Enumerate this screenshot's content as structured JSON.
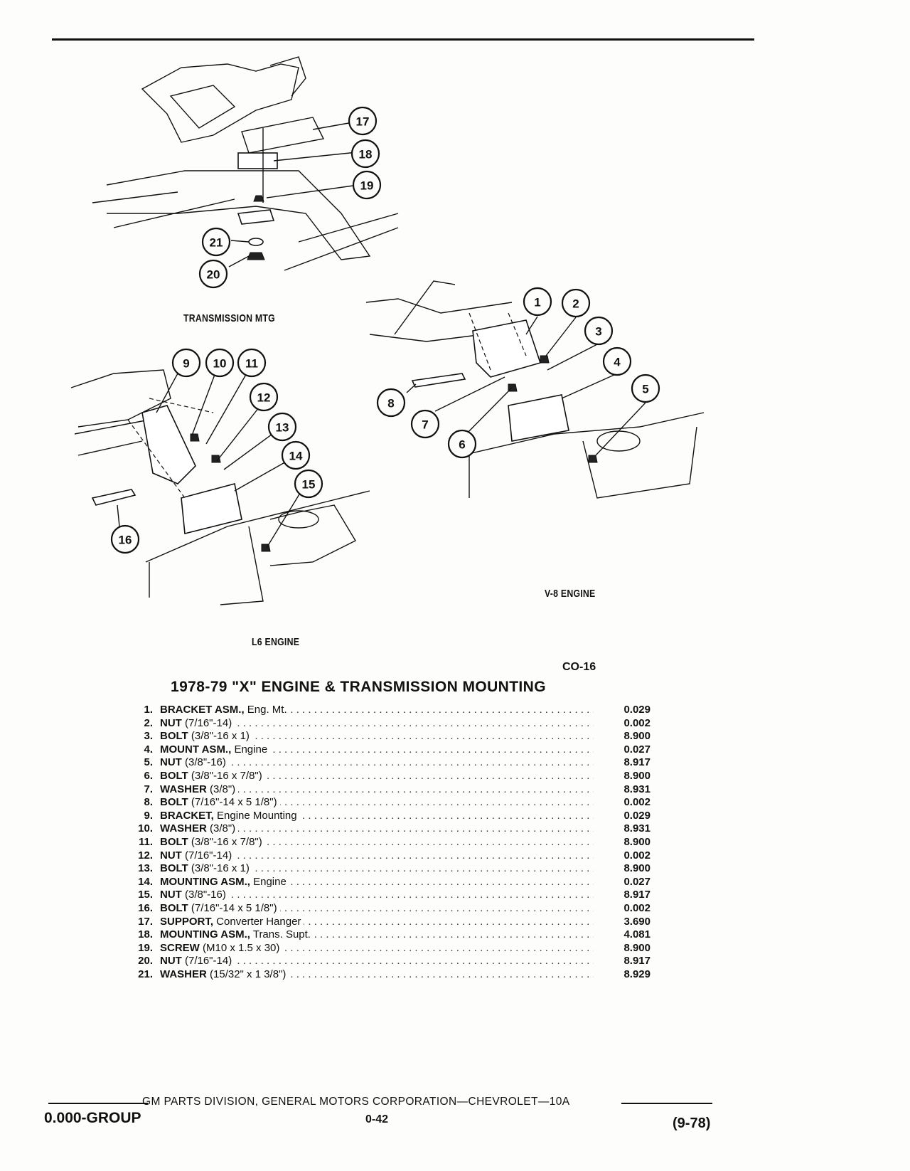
{
  "figures": {
    "transmission_caption": "TRANSMISSION MTG",
    "l6_caption": "L6 ENGINE",
    "v8_caption": "V-8 ENGINE",
    "figure_code": "CO-16",
    "callouts": [
      "1",
      "2",
      "3",
      "4",
      "5",
      "6",
      "7",
      "8",
      "9",
      "10",
      "11",
      "12",
      "13",
      "14",
      "15",
      "16",
      "17",
      "18",
      "19",
      "20",
      "21"
    ]
  },
  "title": "1978-79 \"X\" ENGINE & TRANSMISSION MOUNTING",
  "parts": [
    {
      "num": "1.",
      "name": "BRACKET ASM.,",
      "desc": " Eng. Mt.",
      "value": "0.029"
    },
    {
      "num": "2.",
      "name": "NUT",
      "desc": " (7/16\"-14)",
      "value": "0.002"
    },
    {
      "num": "3.",
      "name": "BOLT",
      "desc": " (3/8\"-16 x 1)",
      "value": "8.900"
    },
    {
      "num": "4.",
      "name": "MOUNT ASM.,",
      "desc": " Engine",
      "value": "0.027"
    },
    {
      "num": "5.",
      "name": "NUT",
      "desc": " (3/8\"-16)",
      "value": "8.917"
    },
    {
      "num": "6.",
      "name": "BOLT",
      "desc": " (3/8\"-16 x 7/8\")",
      "value": "8.900"
    },
    {
      "num": "7.",
      "name": "WASHER",
      "desc": " (3/8\")",
      "value": "8.931"
    },
    {
      "num": "8.",
      "name": "BOLT",
      "desc": " (7/16\"-14 x 5 1/8\")",
      "value": "0.002"
    },
    {
      "num": "9.",
      "name": "BRACKET,",
      "desc": " Engine Mounting",
      "value": "0.029"
    },
    {
      "num": "10.",
      "name": "WASHER",
      "desc": " (3/8\")",
      "value": "8.931"
    },
    {
      "num": "11.",
      "name": "BOLT",
      "desc": " (3/8\"-16 x 7/8\")",
      "value": "8.900"
    },
    {
      "num": "12.",
      "name": "NUT",
      "desc": " (7/16\"-14)",
      "value": "0.002"
    },
    {
      "num": "13.",
      "name": "BOLT",
      "desc": " (3/8\"-16 x 1)",
      "value": "8.900"
    },
    {
      "num": "14.",
      "name": "MOUNTING ASM.,",
      "desc": " Engine",
      "value": "0.027"
    },
    {
      "num": "15.",
      "name": "NUT",
      "desc": " (3/8\"-16)",
      "value": "8.917"
    },
    {
      "num": "16.",
      "name": "BOLT",
      "desc": " (7/16\"-14 x 5 1/8\")",
      "value": "0.002"
    },
    {
      "num": "17.",
      "name": "SUPPORT,",
      "desc": " Converter Hanger",
      "value": "3.690"
    },
    {
      "num": "18.",
      "name": "MOUNTING ASM.,",
      "desc": " Trans. Supt.",
      "value": "4.081"
    },
    {
      "num": "19.",
      "name": "SCREW",
      "desc": " (M10 x 1.5 x 30)",
      "value": "8.900"
    },
    {
      "num": "20.",
      "name": "NUT",
      "desc": " (7/16\"-14)",
      "value": "8.917"
    },
    {
      "num": "21.",
      "name": "WASHER",
      "desc": " (15/32\" x 1 3/8\")",
      "value": "8.929"
    }
  ],
  "footer": {
    "publisher": "GM PARTS DIVISION, GENERAL MOTORS CORPORATION—CHEVROLET—10A",
    "group": "0.000-GROUP",
    "page": "0-42",
    "date": "(9-78)"
  }
}
